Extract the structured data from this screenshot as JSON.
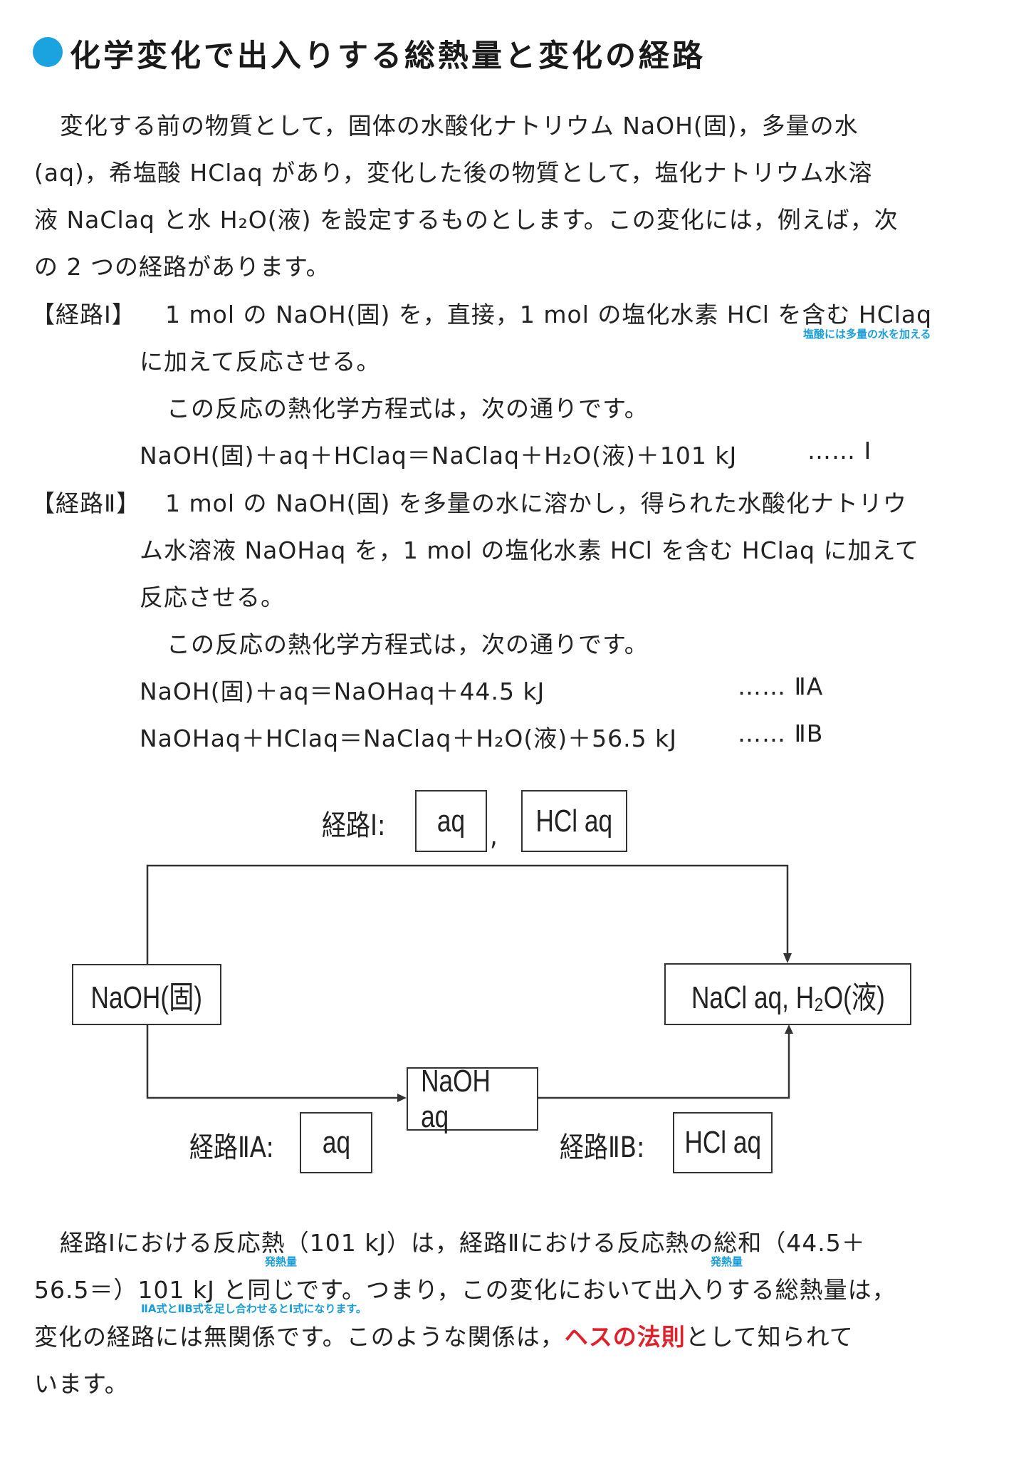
{
  "title": "化学変化で出入りする総熱量と変化の経路",
  "intro": [
    "変化する前の物質として，固体の水酸化ナトリウム NaOH(固)，多量の水",
    "(aq)，希塩酸 HClaq があり，変化した後の物質として，塩化ナトリウム水溶",
    "液 NaClaq と水 H₂O(液) を設定するものとします。この変化には，例えば，次",
    "の 2 つの経路があります。"
  ],
  "route1": {
    "label": "【経路Ⅰ】",
    "lines": [
      "1 mol の NaOH(固) を，直接，1 mol の塩化水素 HCl を含む HClaq",
      "に加えて反応させる。"
    ],
    "note": "塩酸には多量の水を加える",
    "eq_intro": "この反応の熱化学方程式は，次の通りです。",
    "eq": "NaOH(固)＋aq＋HClaq＝NaClaq＋H₂O(液)＋101 kJ",
    "eq_tag": "…… Ⅰ"
  },
  "route2": {
    "label": "【経路Ⅱ】",
    "lines": [
      "1 mol の NaOH(固) を多量の水に溶かし，得られた水酸化ナトリウ",
      "ム水溶液 NaOHaq を，1 mol の塩化水素 HCl を含む HClaq に加えて",
      "反応させる。"
    ],
    "eq_intro": "この反応の熱化学方程式は，次の通りです。",
    "eqA": "NaOH(固)＋aq＝NaOHaq＋44.5 kJ",
    "eqA_tag": "…… ⅡA",
    "eqB": "NaOHaq＋HClaq＝NaClaq＋H₂O(液)＋56.5 kJ",
    "eqB_tag": "…… ⅡB"
  },
  "diagram": {
    "route1_label": "経路Ⅰ:",
    "aq": "aq",
    "comma": ",",
    "hcl_aq": "HCl aq",
    "start": "NaOH(固)",
    "end": "NaCl aq,  H₂O(液)",
    "mid": "NaOH aq",
    "route2a_label": "経路ⅡA:",
    "route2b_label": "経路ⅡB:"
  },
  "conclusion": {
    "lines": [
      "経路Ⅰにおける反応熱（101 kJ）は，経路Ⅱにおける反応熱の総和（44.5＋",
      "56.5＝）101 kJ と同じです。つまり，この変化において出入りする総熱量は，",
      "変化の経路には無関係です。このような関係は，",
      "として知られて",
      "います。"
    ],
    "highlight": "ヘスの法則",
    "note1": "発熱量",
    "note2": "発熱量",
    "note3": "ⅡA式とⅡB式を足し合わせるとⅠ式になります。"
  },
  "colors": {
    "accent": "#1ba3e0",
    "highlight": "#e0202a"
  }
}
